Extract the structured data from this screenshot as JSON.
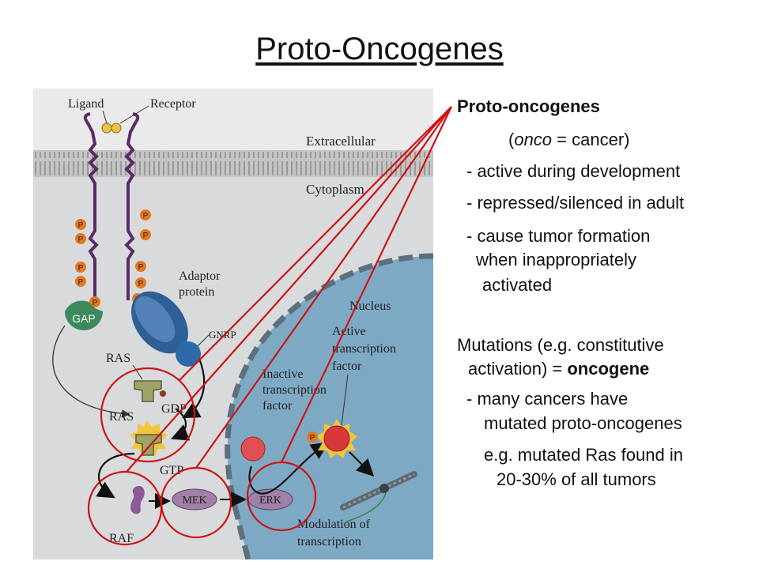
{
  "slide": {
    "title": "Proto-Oncogenes"
  },
  "figure": {
    "labels": {
      "ligand": "Ligand",
      "receptor": "Receptor",
      "extracellular": "Extracellular",
      "cytoplasm": "Cytoplasm",
      "phosphate": "P",
      "adaptor_1": "Adaptor",
      "adaptor_2": "protein",
      "gap": "GAP",
      "gnrp": "GNRP",
      "ras_top": "RAS",
      "gdp": "GDP",
      "ras_bottom": "RAS",
      "gtp": "GTP",
      "raf": "RAF",
      "mek": "MEK",
      "erk": "ERK",
      "nucleus": "Nucleus",
      "inactive_1": "Inactive",
      "inactive_2": "transcription",
      "inactive_3": "factor",
      "active_1": "Active",
      "active_2": "transcription",
      "active_3": "factor",
      "modulation_1": "Modulation of",
      "modulation_2": "transcription"
    }
  },
  "notes": {
    "heading": "Proto-oncogenes",
    "onco_paren_open": "(",
    "onco_word": "onco",
    "onco_rest": " = cancer)",
    "bullet1": "- active during development",
    "bullet2": "- repressed/silenced in adult",
    "bullet3_1": "- cause tumor formation",
    "bullet3_2": "when inappropriately",
    "bullet3_3": "activated",
    "mutations_1": "Mutations (e.g. constitutive",
    "mutations_2a": "activation) = ",
    "mutations_2b": "oncogene",
    "bullet4_1": "- many cancers have",
    "bullet4_2": "mutated proto-oncogenes",
    "example_1": "e.g. mutated Ras found in",
    "example_2": "20-30% of all tumors"
  }
}
